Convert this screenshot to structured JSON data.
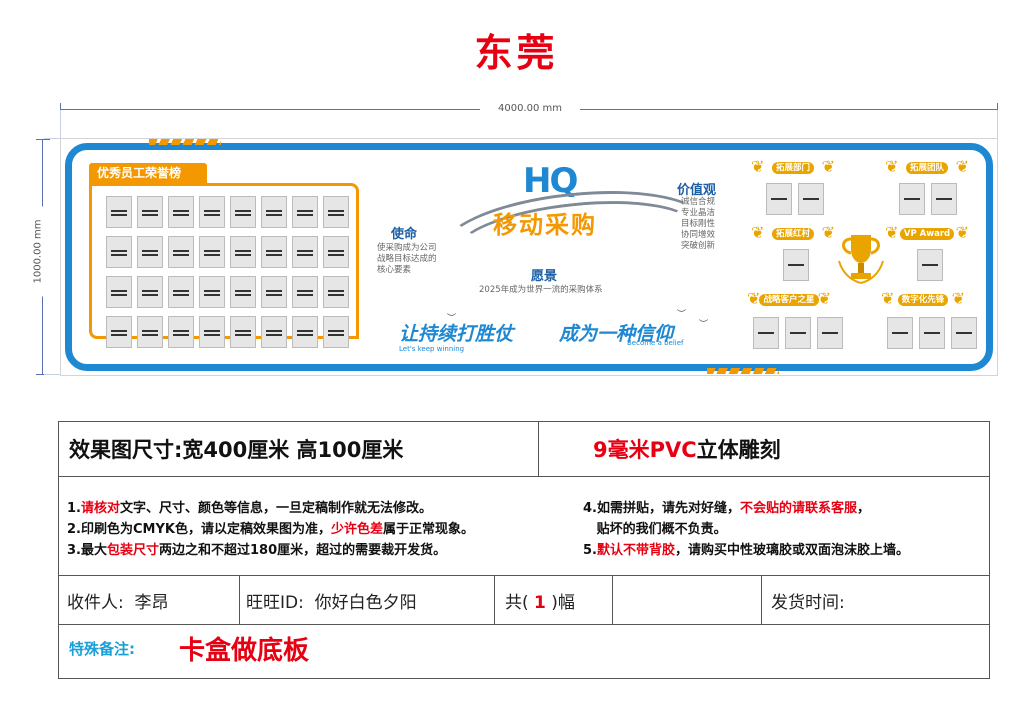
{
  "header": {
    "city": "东莞"
  },
  "dimensions": {
    "width_label": "4000.00 mm",
    "height_label": "1000.00 mm"
  },
  "board": {
    "honor_title": "优秀员工荣誉榜",
    "logo": "HQ",
    "main_title": "移动采购",
    "mission": {
      "title": "使命",
      "lines": [
        "使采购成为公司",
        "战略目标达成的",
        "核心要素"
      ]
    },
    "values": {
      "title": "价值观",
      "lines": [
        "诚信合规",
        "专业晶洁",
        "目标刚性",
        "协同增效",
        "突破创新"
      ]
    },
    "vision": {
      "title": "愿景",
      "text": "2025年成为世界一流的采购体系"
    },
    "slogan1": "让持续打胜仗",
    "slogan1_en": "Let's keep winning",
    "slogan2": "成为一种信仰",
    "slogan2_en": "Become a belief",
    "awards": [
      {
        "label": "拓展部门",
        "slots": 2
      },
      {
        "label": "拓展团队",
        "slots": 2
      },
      {
        "label": "拓展红村",
        "slots": 1
      },
      {
        "label": "VP Award",
        "slots": 1
      },
      {
        "label": "战略客户之星",
        "slots": 3
      },
      {
        "label": "数字化先锋",
        "slots": 3
      }
    ]
  },
  "info": {
    "size_label": "效果图尺寸:",
    "size_value": "宽400厘米  高100厘米",
    "material_red": "9毫米PVC",
    "material_black": "立体雕刻",
    "notes_left": [
      {
        "pre": "1.",
        "red": "请核对",
        "post": "文字、尺寸、颜色等信息，一旦定稿制作就无法修改。"
      },
      {
        "pre": "2.印刷色为CMYK色，请以定稿效果图为准，",
        "red": "少许色差",
        "post": "属于正常现象。"
      },
      {
        "pre": "3.最大",
        "red": "包装尺寸",
        "post": "两边之和不超过180厘米，超过的需要裁开发货。"
      }
    ],
    "notes_right": [
      {
        "pre": "4.如需拼贴，请先对好缝，",
        "red": "不会贴的请联系客服",
        "post": "，"
      },
      {
        "pre": "   贴坏的我们概不负责。",
        "red": "",
        "post": ""
      },
      {
        "pre": "5.",
        "red": "默认不带背胶",
        "post": "，请购买中性玻璃胶或双面泡沫胶上墙。"
      }
    ],
    "recipient_label": "收件人:",
    "recipient_value": "李昂",
    "wangwang_label": "旺旺ID:",
    "wangwang_value": "你好白色夕阳",
    "count_pre": "共(",
    "count_value": "1",
    "count_post": ")幅",
    "ship_label": "发货时间:",
    "remark_label": "特殊备注:",
    "remark_value": "卡盒做底板"
  }
}
